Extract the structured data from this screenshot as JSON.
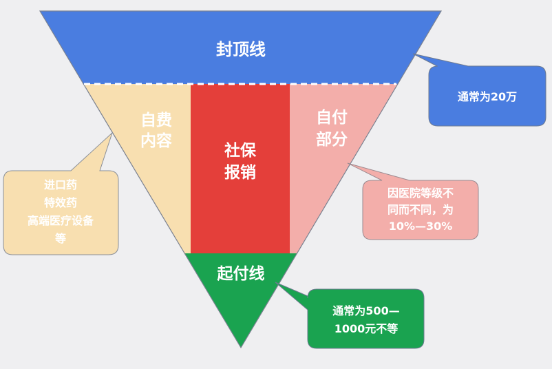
{
  "colors": {
    "cap": "#4a7de0",
    "self_pay_content": "#f8dfb0",
    "reimbursement": "#e43f3a",
    "copay": "#f3aeaa",
    "deductible": "#1aa350",
    "background": "#efeff1"
  },
  "diagram": {
    "cap_line": "封顶线",
    "self_pay_content": [
      "自费",
      "内容"
    ],
    "reimbursement": [
      "社保",
      "报销"
    ],
    "copay": [
      "自付",
      "部分"
    ],
    "deductible_line": "起付线"
  },
  "callouts": {
    "cap": [
      "通常为20万"
    ],
    "self_pay_content": [
      "进口药",
      "特效药",
      "高端医疗设备",
      "等"
    ],
    "copay": [
      "因医院等级不",
      "同而不同，为",
      "10%—30%"
    ],
    "deductible": [
      "通常为500—",
      "1000元不等"
    ]
  }
}
